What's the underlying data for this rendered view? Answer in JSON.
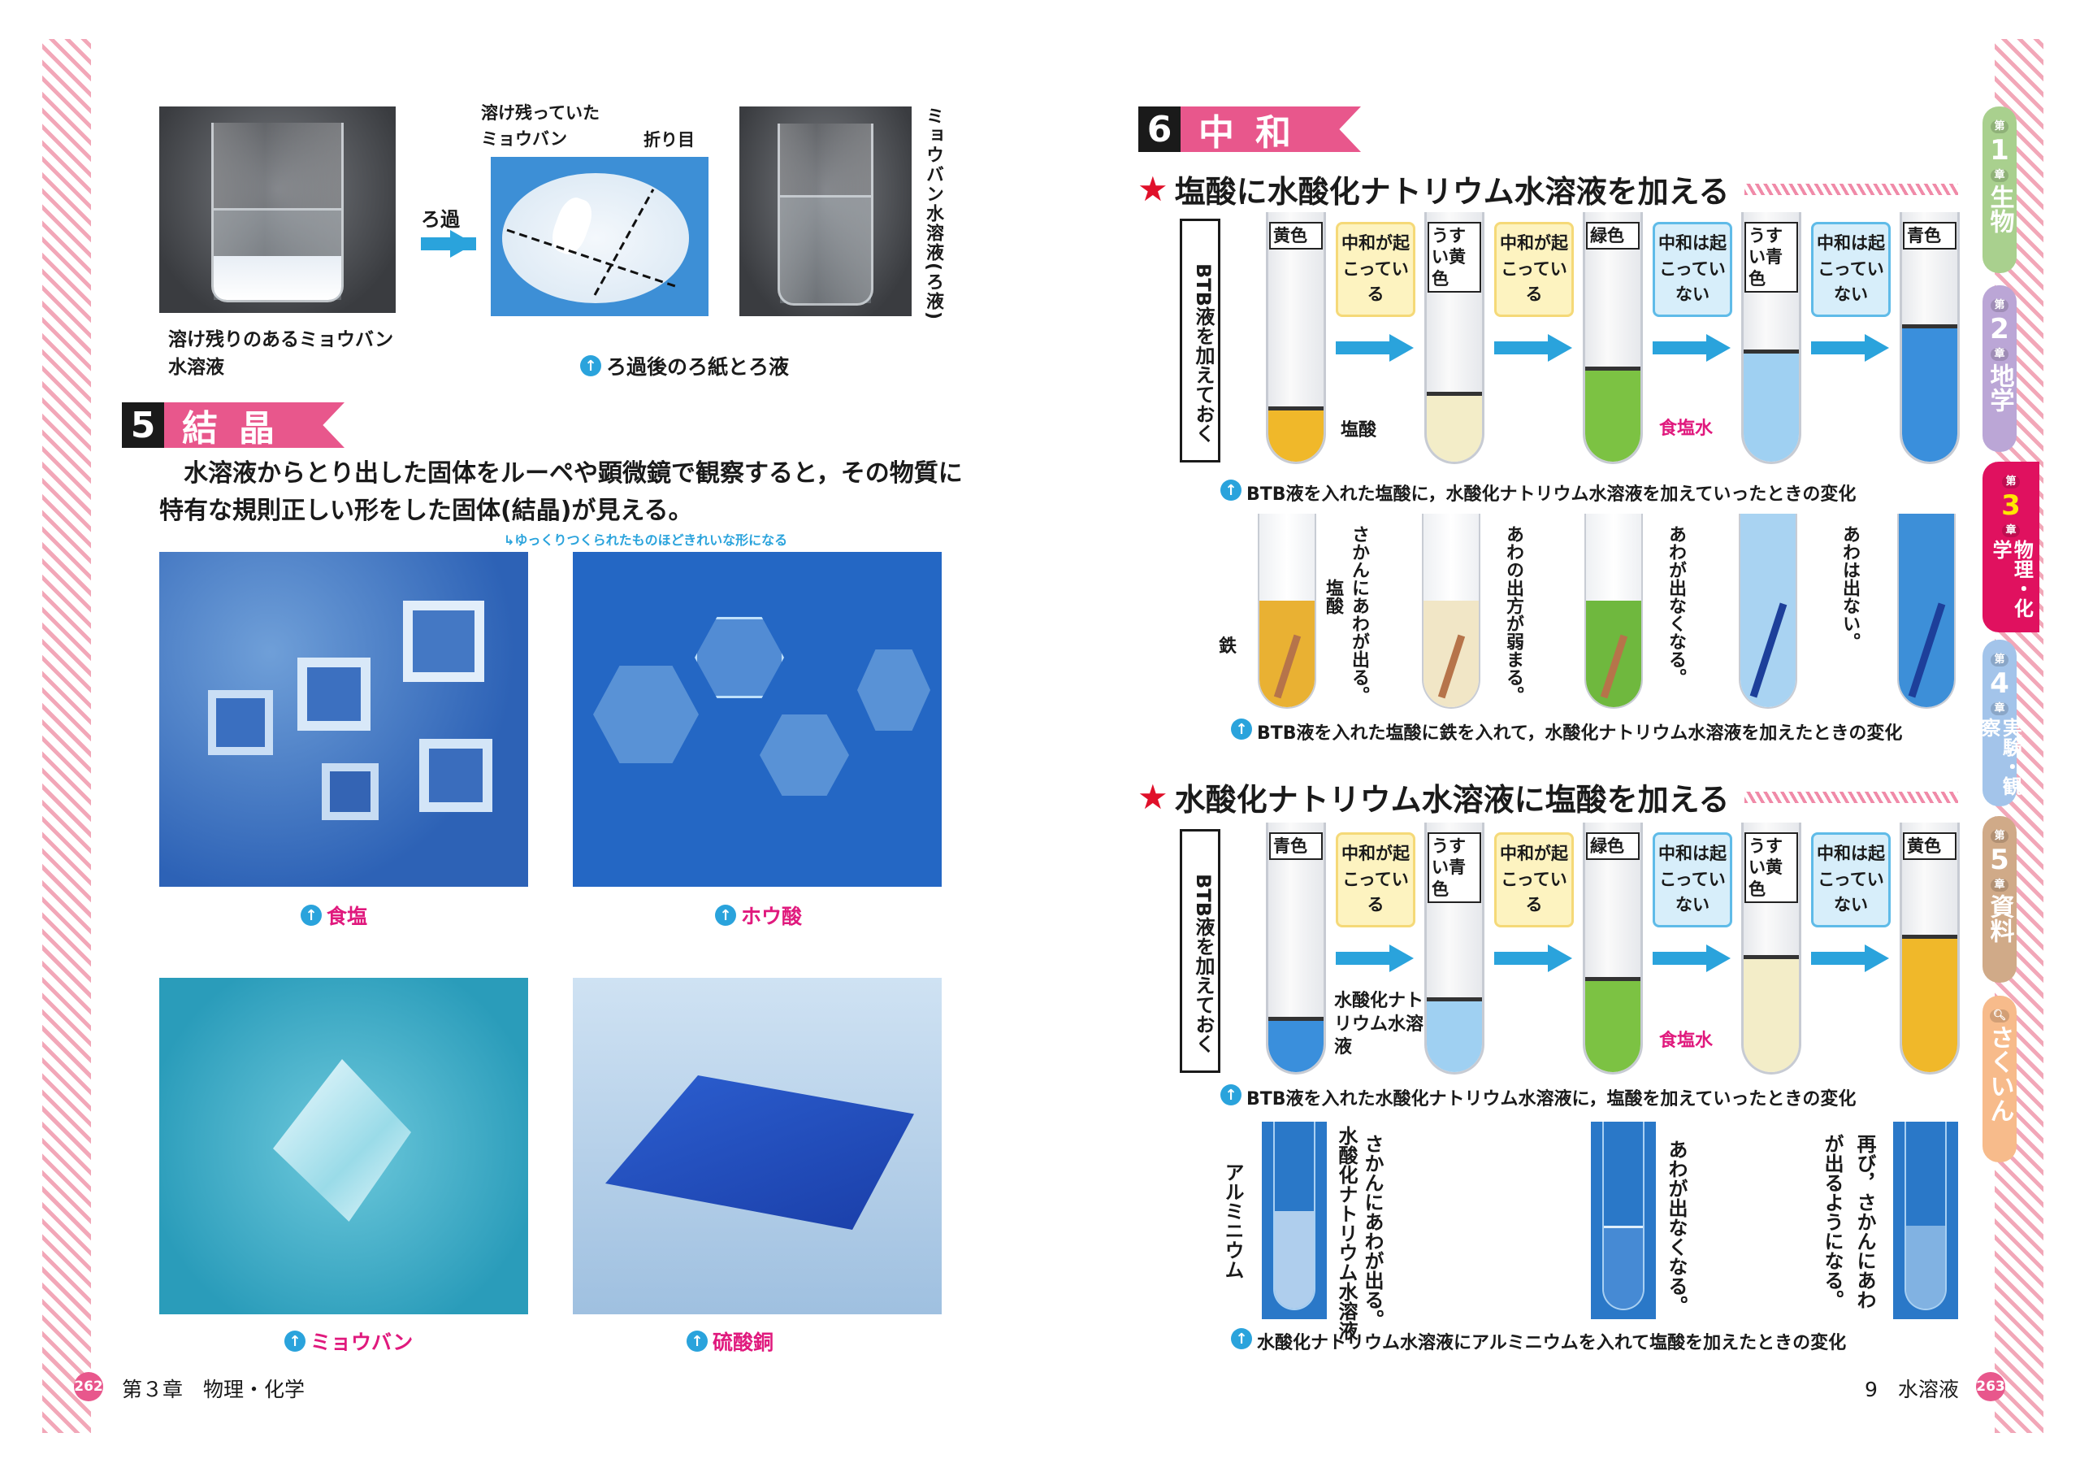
{
  "left_page": {
    "page_number": "262",
    "footer_chapter": "第３章　物理・化学",
    "filtration": {
      "beaker_caption": "溶け残りのあるミョウバン水溶液",
      "filter_arrow_label": "ろ過",
      "leftover_label": "溶け残っていたミョウバン",
      "fold_label": "折り目",
      "filtrate_label": "ミョウバン水溶液(ろ液)",
      "caption": "ろ過後のろ紙とろ液"
    },
    "section5": {
      "number": "5",
      "title": "結晶",
      "paragraph": "　水溶液からとり出した固体をルーペや顕微鏡で観察すると，その物質に特有な規則正しい形をした固体(結晶)が見える。",
      "note": "↳ゆっくりつくられたものほどきれいな形になる",
      "crystals": [
        {
          "caption": "食塩"
        },
        {
          "caption": "ホウ酸"
        },
        {
          "caption": "ミョウバン"
        },
        {
          "caption": "硫酸銅"
        }
      ]
    }
  },
  "right_page": {
    "page_number": "263",
    "footer_chapter": "9　水溶液",
    "section6": {
      "number": "6",
      "title": "中和"
    },
    "experiment1": {
      "title": "塩酸に水酸化ナトリウム水溶液を加える",
      "side_label": "BTB液を加えておく",
      "tubes": [
        {
          "label": "黄色",
          "color": "#f0b82a",
          "level": 0.22
        },
        {
          "label": "うすい黄色",
          "color": "#f3edc8",
          "level": 0.28
        },
        {
          "label": "緑色",
          "color": "#7cc243",
          "level": 0.38
        },
        {
          "label": "うすい青色",
          "color": "#9fd0f2",
          "level": 0.45
        },
        {
          "label": "青色",
          "color": "#3a8fdc",
          "level": 0.55
        }
      ],
      "steps": [
        {
          "text": "中和が起こっている",
          "type": "y"
        },
        {
          "text": "中和が起こっている",
          "type": "y"
        },
        {
          "text": "中和は起こっていない",
          "type": "b"
        },
        {
          "text": "中和は起こっていない",
          "type": "b"
        }
      ],
      "annotations": {
        "acid": "塩酸",
        "salt_water": "食塩水"
      },
      "caption": "BTB液を入れた塩酸に，水酸化ナトリウム水溶液を加えていったときの変化"
    },
    "iron_row": {
      "tubes": [
        {
          "color": "#e9b133"
        },
        {
          "color": "#f1e6c6"
        },
        {
          "color": "#6fb83e"
        },
        {
          "color": "#a9d3f2"
        },
        {
          "color": "#3d8fd8"
        }
      ],
      "iron_label": "鉄",
      "acid_label": "塩酸",
      "notes": [
        "さかんにあわが出る。",
        "あわの出方が弱まる。",
        "あわが出なくなる。",
        "あわは出ない。"
      ],
      "caption": "BTB液を入れた塩酸に鉄を入れて，水酸化ナトリウム水溶液を加えたときの変化"
    },
    "experiment2": {
      "title": "水酸化ナトリウム水溶液に塩酸を加える",
      "side_label": "BTB液を加えておく",
      "tubes": [
        {
          "label": "青色",
          "color": "#3a8fdc",
          "level": 0.22
        },
        {
          "label": "うすい青色",
          "color": "#9fd0f2",
          "level": 0.3
        },
        {
          "label": "緑色",
          "color": "#7cc243",
          "level": 0.38
        },
        {
          "label": "うすい黄色",
          "color": "#f3edc8",
          "level": 0.47
        },
        {
          "label": "黄色",
          "color": "#f0b82a",
          "level": 0.55
        }
      ],
      "steps": [
        {
          "text": "中和が起こっている",
          "type": "y"
        },
        {
          "text": "中和が起こっている",
          "type": "y"
        },
        {
          "text": "中和は起こっていない",
          "type": "b"
        },
        {
          "text": "中和は起こっていない",
          "type": "b"
        }
      ],
      "annotations": {
        "base": "水酸化ナトリウム水溶液",
        "salt_water": "食塩水"
      },
      "caption": "BTB液を入れた水酸化ナトリウム水溶液に，塩酸を加えていったときの変化"
    },
    "aluminum_row": {
      "aluminum_label": "アルミニウム",
      "solution_label": "水酸化ナトリウム水溶液",
      "notes": [
        "さかんにあわが出る。",
        "あわが出なくなる。",
        "再び，さかんにあわが出るようになる。"
      ],
      "caption": "水酸化ナトリウム水溶液にアルミニウムを入れて塩酸を加えたときの変化"
    }
  },
  "side_tabs": [
    {
      "prefix": "第",
      "num": "1",
      "suffix": "章",
      "label": "生物",
      "color": "#a9d08e"
    },
    {
      "prefix": "第",
      "num": "2",
      "suffix": "章",
      "label": "地学",
      "color": "#bba6d6"
    },
    {
      "prefix": "第",
      "num": "3",
      "suffix": "章",
      "label": "物理・化学",
      "color": "#e0115f"
    },
    {
      "prefix": "第",
      "num": "4",
      "suffix": "章",
      "label": "実験・観察",
      "color": "#a3c4ea"
    },
    {
      "prefix": "第",
      "num": "5",
      "suffix": "章",
      "label": "資料",
      "color": "#d0aa88"
    },
    {
      "prefix": "",
      "num": "",
      "suffix": "",
      "label": "さくいん",
      "color": "#f7bb8b"
    }
  ]
}
